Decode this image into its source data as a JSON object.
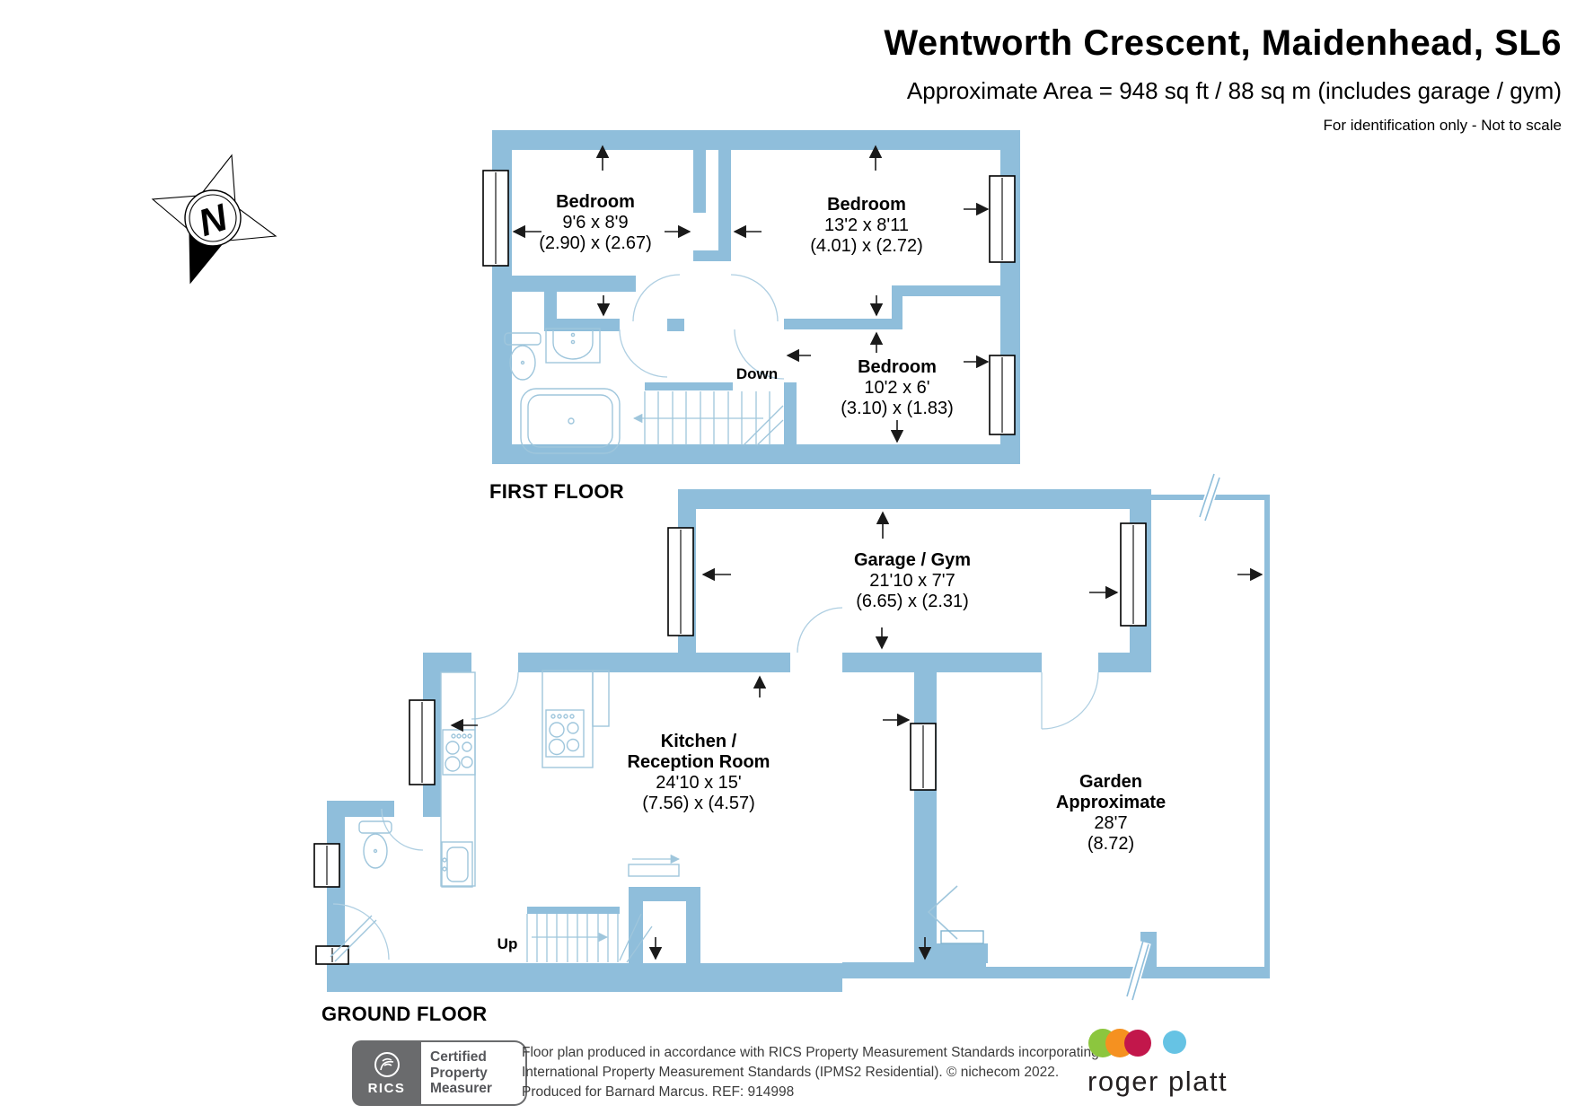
{
  "header": {
    "title": "Wentworth Crescent, Maidenhead, SL6",
    "subtitle": "Approximate Area = 948 sq ft / 88 sq m (includes garage / gym)",
    "note": "For identification only - Not to scale"
  },
  "compass": {
    "letter": "N"
  },
  "first_flo": {},
  "first_floor": {
    "label": "FIRST FLOOR",
    "stairs_label": "Down",
    "rooms": [
      {
        "name": "Bedroom",
        "dims_imperial": "9'6 x 8'9",
        "dims_metric": "(2.90) x (2.67)"
      },
      {
        "name": "Bedroom",
        "dims_imperial": "13'2 x 8'11",
        "dims_metric": "(4.01) x (2.72)"
      },
      {
        "name": "Bedroom",
        "dims_imperial": "10'2 x 6'",
        "dims_metric": "(3.10) x (1.83)"
      }
    ]
  },
  "ground_floor": {
    "label": "GROUND FLOOR",
    "stairs_label": "Up",
    "rooms": [
      {
        "name": "Garage / Gym",
        "dims_imperial": "21'10 x 7'7",
        "dims_metric": "(6.65) x (2.31)"
      },
      {
        "name": "Kitchen /",
        "name_line2": "Reception Room",
        "dims_imperial": "24'10 x 15'",
        "dims_metric": "(7.56) x (4.57)"
      },
      {
        "name": "Garden",
        "name_line2": "Approximate",
        "dims_imperial": "28'7",
        "dims_metric": "(8.72)"
      }
    ]
  },
  "footer": {
    "rics": {
      "org": "RICS",
      "lines": [
        "Certified",
        "Property",
        "Measurer"
      ]
    },
    "disclaimer": [
      "Floor plan produced in accordance with RICS Property Measurement Standards incorporating",
      "International Property Measurement Standards (IPMS2 Residential).   © nichecom 2022.",
      "Produced for Barnard Marcus.   REF:  914998"
    ],
    "brand": {
      "name": "roger platt"
    }
  },
  "colors": {
    "wall": "#8FBEDB",
    "fixture": "#9FC6DC",
    "rics_gray": "#6A6B6D",
    "brand_green": "#8CC63E",
    "brand_orange": "#F59120",
    "brand_crimson": "#C2174B",
    "brand_blue": "#66C3E4"
  }
}
